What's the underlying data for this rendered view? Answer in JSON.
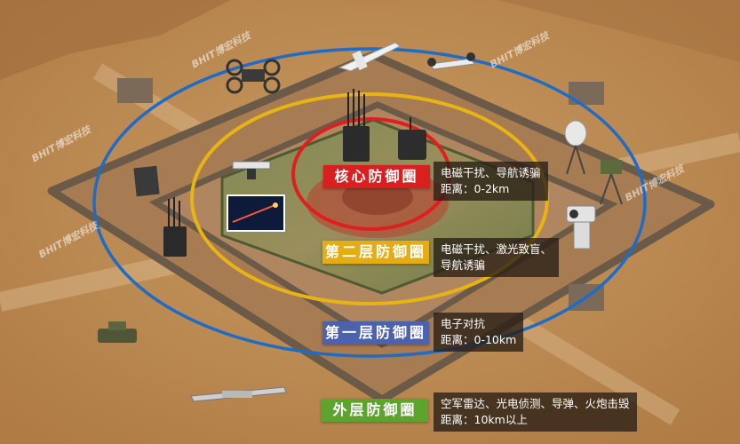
{
  "layers": [
    {
      "title": "核心防御圈",
      "color": "#d91f1f",
      "lines": [
        "电磁干扰、导航诱骗",
        "距离：0-2km"
      ]
    },
    {
      "title": "第二层防御圈",
      "color": "#e6ad12",
      "lines": [
        "电磁干扰、激光致盲、",
        "导航诱骗"
      ]
    },
    {
      "title": "第一层防御圈",
      "color": "#4d62ad",
      "lines": [
        "电子对抗",
        "距离：0-10km"
      ]
    },
    {
      "title": "外层防御圈",
      "color": "#5ea32e",
      "lines": [
        "空军雷达、光电侦测、导弹、火炮击毁",
        "距离：10km以上"
      ]
    }
  ],
  "watermark": "BHIT博宏科技"
}
